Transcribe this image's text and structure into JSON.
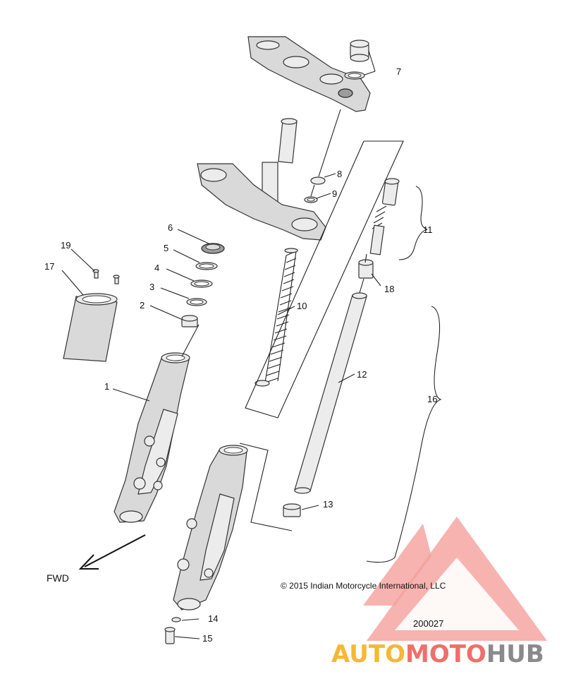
{
  "callouts": {
    "c1": "1",
    "c2": "2",
    "c3": "3",
    "c4": "4",
    "c5": "5",
    "c6": "6",
    "c7": "7",
    "c8": "8",
    "c9": "9",
    "c10": "10",
    "c11": "11",
    "c12": "12",
    "c13": "13",
    "c14": "14",
    "c15": "15",
    "c16": "16",
    "c17": "17",
    "c18": "18",
    "c19": "19"
  },
  "direction_label": "FWD",
  "copyright": "© 2015 Indian Motorcycle International, LLC",
  "diagram_number": "200027",
  "watermark": {
    "part1": "AUTO",
    "part2": "MOTO",
    "part3": "HUB",
    "colors": {
      "auto": "#f7b733",
      "moto": "#ef6f6a",
      "hub": "#8a8a8a",
      "triangle": "#ef6f6a"
    }
  }
}
